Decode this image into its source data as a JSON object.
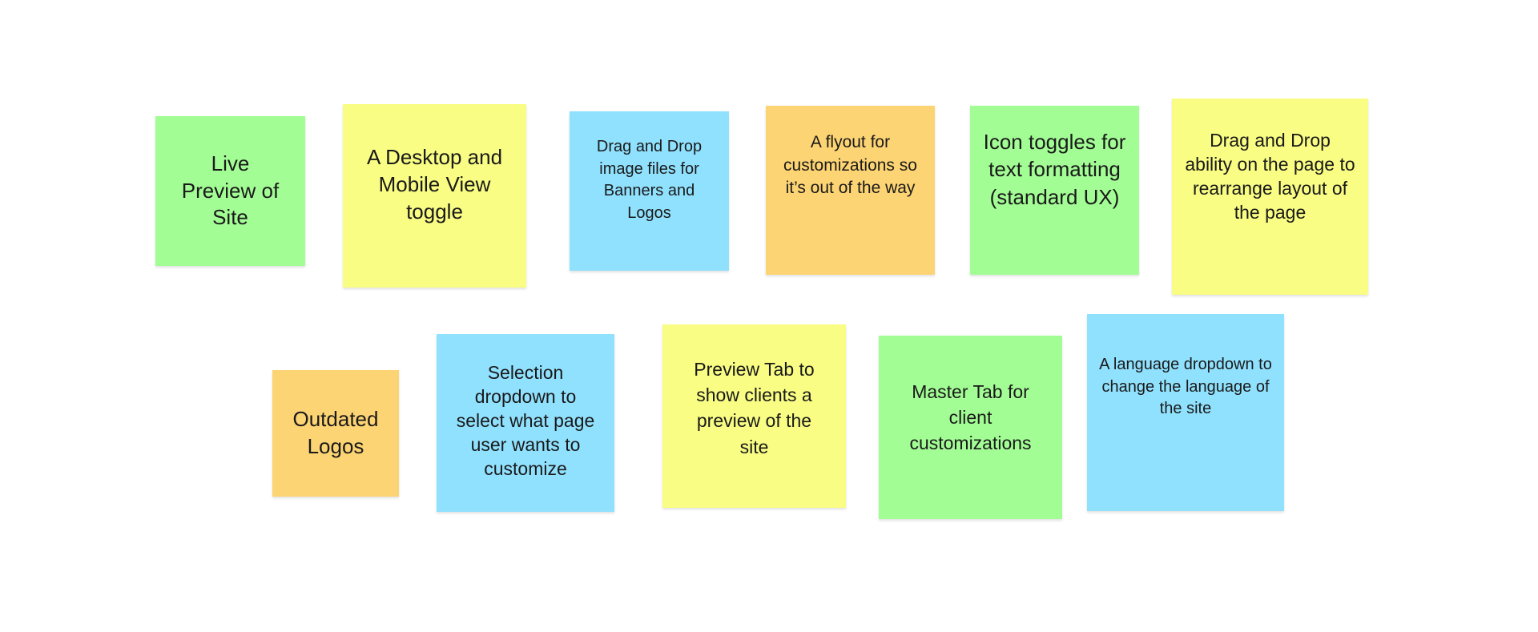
{
  "board": {
    "colors": {
      "green": "#a3fd95",
      "yellow": "#f9fd83",
      "blue": "#90e1fe",
      "orange": "#fdd473"
    },
    "notes": [
      {
        "text": "Live Preview of Site",
        "color": "green"
      },
      {
        "text": "A Desktop and Mobile View toggle",
        "color": "yellow"
      },
      {
        "text": "Drag and Drop image files for Banners and Logos",
        "color": "blue"
      },
      {
        "text": "A flyout for customizations so it’s out of the way",
        "color": "orange"
      },
      {
        "text": "Icon toggles for text formatting (standard UX)",
        "color": "green"
      },
      {
        "text": "Drag and Drop ability on the page to rearrange layout of the page",
        "color": "yellow"
      },
      {
        "text": "Outdated Logos",
        "color": "orange"
      },
      {
        "text": "Selection dropdown to select what page user wants to customize",
        "color": "blue"
      },
      {
        "text": "Preview Tab to show clients a preview of the site",
        "color": "yellow"
      },
      {
        "text": "Master Tab for client customizations",
        "color": "green"
      },
      {
        "text": "A language dropdown to change the language of the site",
        "color": "blue"
      }
    ]
  }
}
